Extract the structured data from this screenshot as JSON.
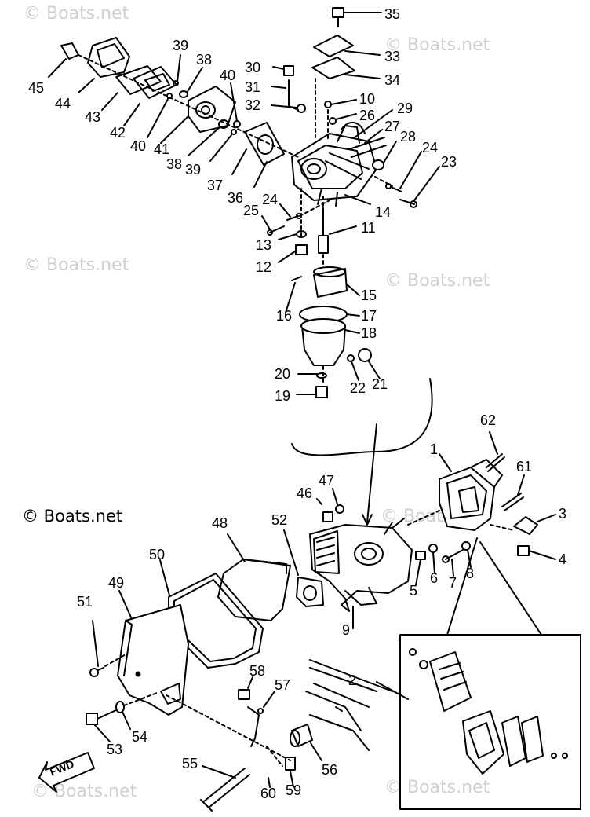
{
  "watermark": "© Boats.net",
  "fwd_label": "FWD",
  "callouts": [
    "35",
    "33",
    "34",
    "39",
    "38",
    "40",
    "45",
    "44",
    "43",
    "42",
    "41",
    "30",
    "31",
    "32",
    "10",
    "26",
    "29",
    "27",
    "28",
    "24",
    "23",
    "37",
    "36",
    "25",
    "14",
    "13",
    "11",
    "12",
    "15",
    "16",
    "17",
    "18",
    "20",
    "22",
    "21",
    "19",
    "62",
    "61",
    "47",
    "46",
    "3",
    "4",
    "48",
    "52",
    "5",
    "6",
    "7",
    "8",
    "50",
    "49",
    "51",
    "9",
    "58",
    "57",
    "2",
    "54",
    "53",
    "55",
    "56",
    "60",
    "59",
    "1"
  ]
}
